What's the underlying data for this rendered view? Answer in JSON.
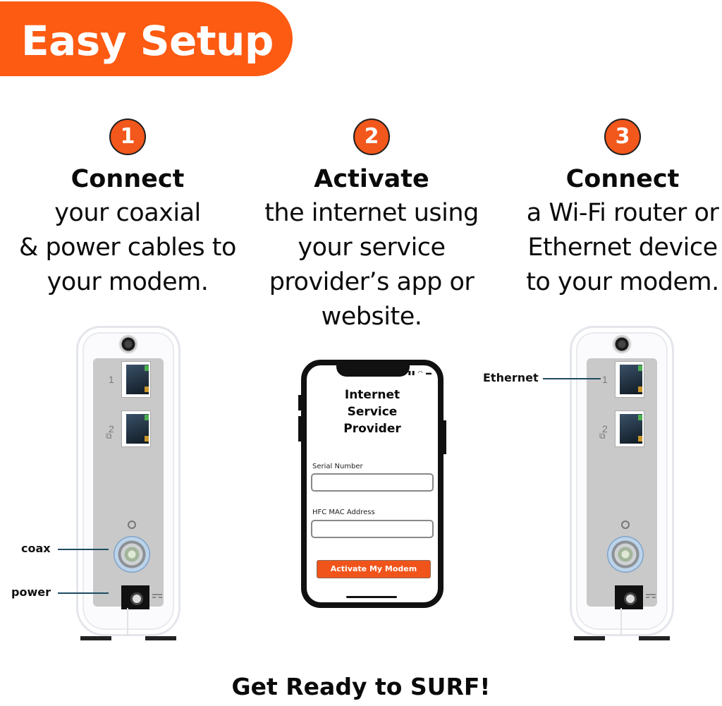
{
  "banner": {
    "title": "Easy Setup",
    "color": "#fd5a12"
  },
  "steps": [
    {
      "number": "1",
      "title": "Connect",
      "lines": [
        "your coaxial",
        "& power cables to",
        "your modem."
      ]
    },
    {
      "number": "2",
      "title": "Activate",
      "lines": [
        "the internet using",
        "your service",
        "provider’s app or",
        "website."
      ]
    },
    {
      "number": "3",
      "title": "Connect",
      "lines": [
        "a Wi-Fi router or",
        "Ethernet device",
        "to your modem."
      ]
    }
  ],
  "modem_left": {
    "port_labels": [
      "1",
      "2"
    ],
    "callouts": {
      "coax": "coax",
      "power": "power"
    }
  },
  "modem_right": {
    "port_labels": [
      "1",
      "2"
    ],
    "callouts": {
      "ethernet": "Ethernet"
    }
  },
  "phone": {
    "title_lines": [
      "Internet",
      "Service",
      "Provider"
    ],
    "status_icons": "signal wifi battery",
    "fields": [
      {
        "label": "Serial Number",
        "value": ""
      },
      {
        "label": "HFC MAC Address",
        "value": ""
      }
    ],
    "button": "Activate My Modem"
  },
  "footer": "Get Ready to SURF!",
  "colors": {
    "accent": "#f2571b",
    "callout_line": "#1f4c63"
  }
}
